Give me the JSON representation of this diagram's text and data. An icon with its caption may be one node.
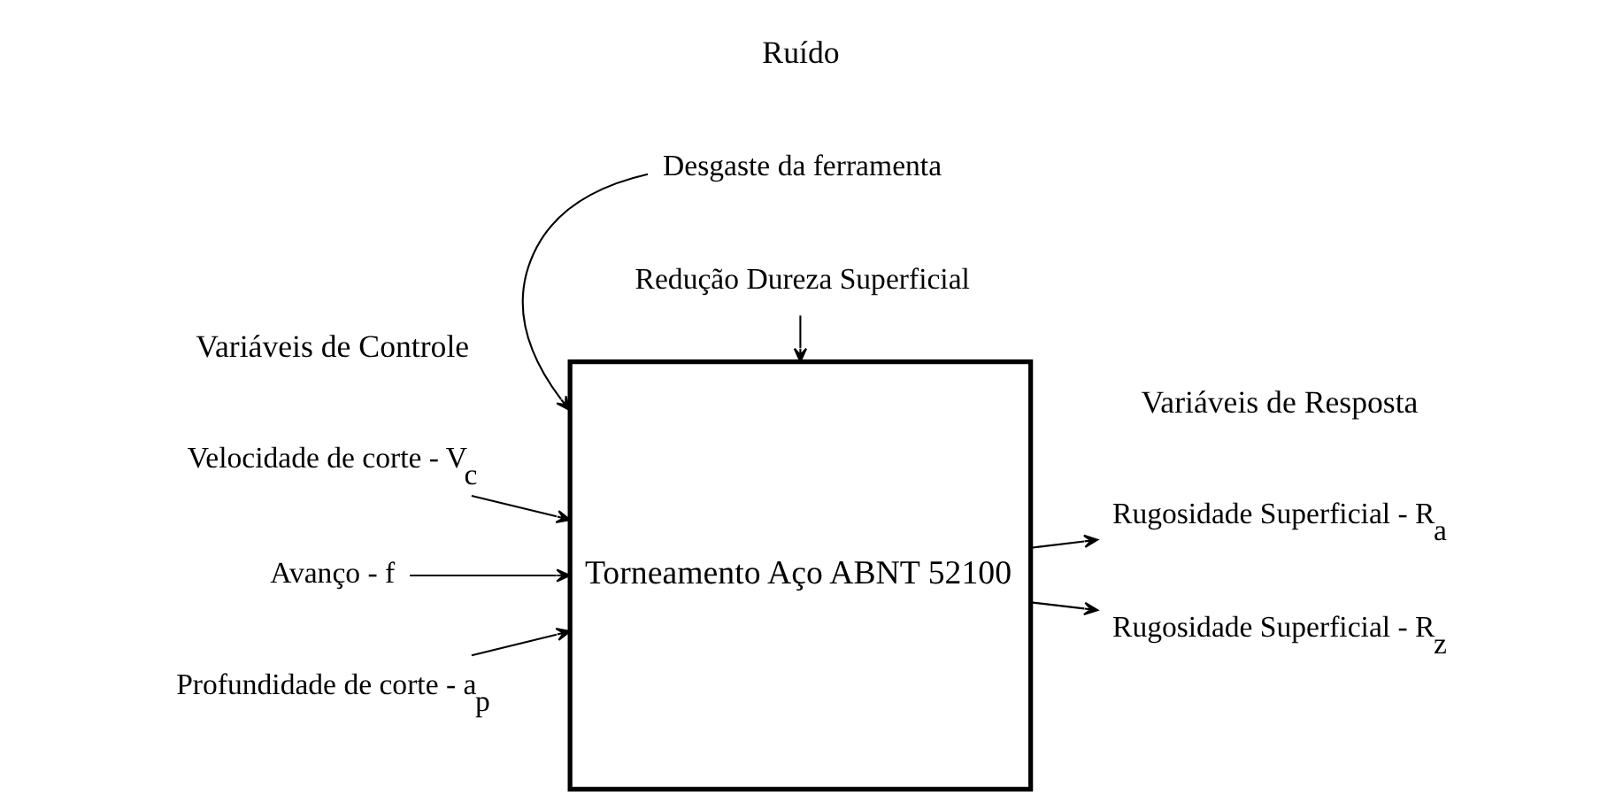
{
  "diagram": {
    "nodes": [
      {
        "text": [
          "Torneamento Aço ABNT 52100"
        ]
      },
      {
        "text": [
          "Velocidade de corte - V$_{c}$"
        ]
      },
      {
        "text": [
          "Avanço - f"
        ]
      },
      {
        "text": [
          "Profundidade de corte - a$_{p}$"
        ]
      },
      {
        "text": [
          "Redução Dureza Superficial"
        ]
      },
      {
        "text": [
          "Desgaste da ferramenta"
        ]
      },
      {
        "text": [
          "Rugosidade Superficial - R$_{a}$"
        ]
      },
      {
        "text": [
          "Rugosidade Superficial - R$_{z}$"
        ]
      }
    ],
    "edges": [
      {
        "from": 1,
        "to": 0,
        "arrow": "to"
      },
      {
        "from": 2,
        "to": 0,
        "arrow": "to"
      },
      {
        "from": 3,
        "to": 0,
        "arrow": "to"
      },
      {
        "from": 4,
        "to": 0,
        "arrow": "to"
      },
      {
        "from": 5,
        "to": 0,
        "arrow": "to"
      },
      {
        "from": 0,
        "to": 6,
        "arrow": "to"
      },
      {
        "from": 0,
        "to": 7,
        "arrow": "to"
      }
    ],
    "labels": [
      "Ruído",
      "Variáveis de Controle",
      "Variáveis de Resposta"
    ]
  }
}
